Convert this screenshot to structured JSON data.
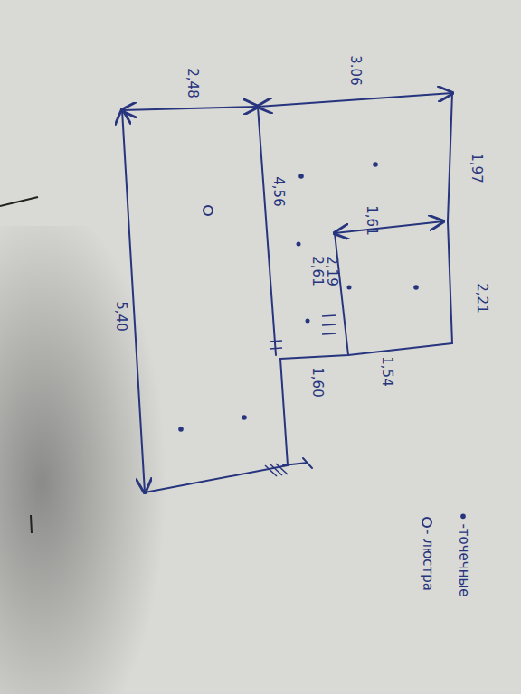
{
  "diagram": {
    "labels": [
      "3.06",
      "2,48",
      "1,97",
      "4,56",
      "1,61",
      "2,19",
      "2,61",
      "2,21",
      "1,54",
      "1,60",
      "5,40"
    ],
    "legend": [
      {
        "text": "-точечные"
      },
      {
        "text": "- люстра"
      }
    ]
  }
}
